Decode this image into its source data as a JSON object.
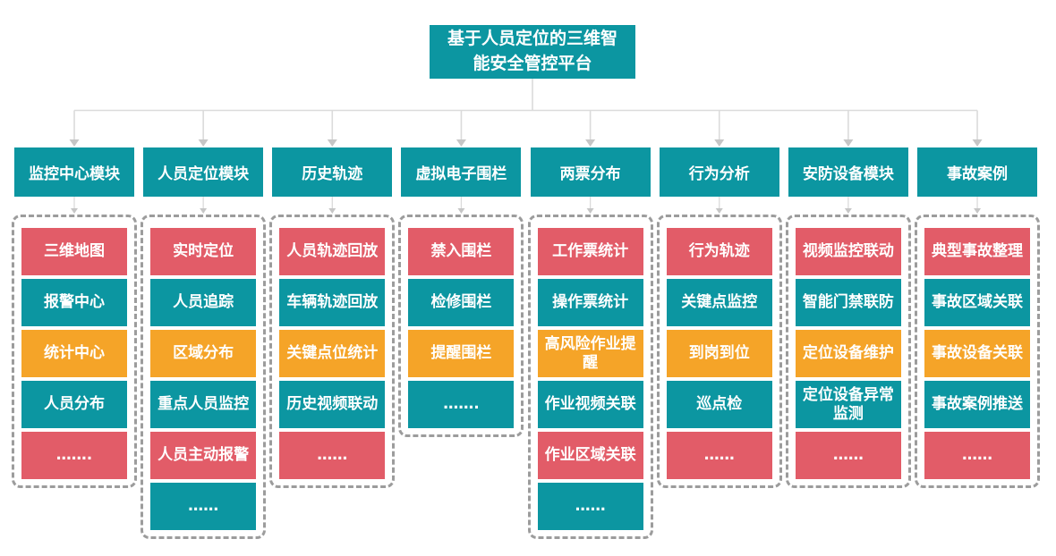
{
  "root": {
    "title": "基于人员定位的三维智能安全管控平台"
  },
  "colors": {
    "teal": "#0C96A1",
    "red": "#E25C68",
    "orange": "#F5A428",
    "dash_border": "#9C9C9C",
    "connector_line": "#DBDBDB",
    "arrow": "#C6C6C6"
  },
  "columns": [
    {
      "header": "监控中心模块",
      "items": [
        {
          "label": "三维地图",
          "color": "red"
        },
        {
          "label": "报警中心",
          "color": "teal"
        },
        {
          "label": "统计中心",
          "color": "orange"
        },
        {
          "label": "人员分布",
          "color": "teal"
        },
        {
          "label": "…….",
          "color": "red"
        }
      ]
    },
    {
      "header": "人员定位模块",
      "items": [
        {
          "label": "实时定位",
          "color": "red"
        },
        {
          "label": "人员追踪",
          "color": "teal"
        },
        {
          "label": "区域分布",
          "color": "orange"
        },
        {
          "label": "重点人员监控",
          "color": "teal"
        },
        {
          "label": "人员主动报警",
          "color": "red"
        },
        {
          "label": "……",
          "color": "teal"
        }
      ]
    },
    {
      "header": "历史轨迹",
      "items": [
        {
          "label": "人员轨迹回放",
          "color": "red"
        },
        {
          "label": "车辆轨迹回放",
          "color": "teal"
        },
        {
          "label": "关键点位统计",
          "color": "orange"
        },
        {
          "label": "历史视频联动",
          "color": "teal"
        },
        {
          "label": "……",
          "color": "red"
        }
      ]
    },
    {
      "header": "虚拟电子围栏",
      "items": [
        {
          "label": "禁入围栏",
          "color": "red"
        },
        {
          "label": "检修围栏",
          "color": "teal"
        },
        {
          "label": "提醒围栏",
          "color": "orange"
        },
        {
          "label": "…….",
          "color": "teal"
        }
      ]
    },
    {
      "header": "两票分布",
      "items": [
        {
          "label": "工作票统计",
          "color": "red"
        },
        {
          "label": "操作票统计",
          "color": "teal"
        },
        {
          "label": "高风险作业提醒",
          "color": "orange"
        },
        {
          "label": "作业视频关联",
          "color": "teal"
        },
        {
          "label": "作业区域关联",
          "color": "red"
        },
        {
          "label": "……",
          "color": "teal"
        }
      ]
    },
    {
      "header": "行为分析",
      "items": [
        {
          "label": "行为轨迹",
          "color": "red"
        },
        {
          "label": "关键点监控",
          "color": "teal"
        },
        {
          "label": "到岗到位",
          "color": "orange"
        },
        {
          "label": "巡点检",
          "color": "teal"
        },
        {
          "label": "……",
          "color": "red"
        }
      ]
    },
    {
      "header": "安防设备模块",
      "items": [
        {
          "label": "视频监控联动",
          "color": "red"
        },
        {
          "label": "智能门禁联防",
          "color": "teal"
        },
        {
          "label": "定位设备维护",
          "color": "orange"
        },
        {
          "label": "定位设备异常监测",
          "color": "teal"
        },
        {
          "label": "……",
          "color": "red"
        }
      ]
    },
    {
      "header": "事故案例",
      "items": [
        {
          "label": "典型事故整理",
          "color": "red"
        },
        {
          "label": "事故区域关联",
          "color": "teal"
        },
        {
          "label": "事故设备关联",
          "color": "orange"
        },
        {
          "label": "事故案例推送",
          "color": "teal"
        },
        {
          "label": "……",
          "color": "red"
        }
      ]
    }
  ],
  "layout_note": ""
}
